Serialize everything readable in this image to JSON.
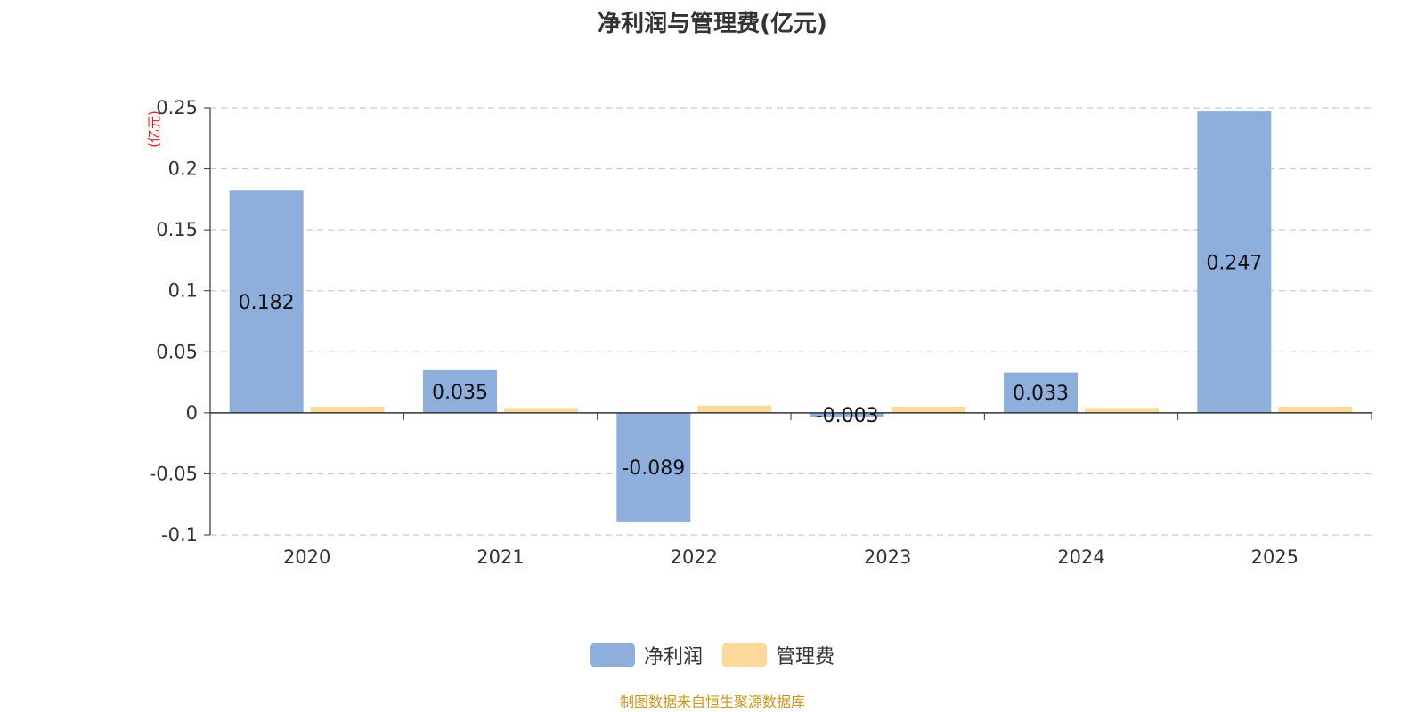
{
  "chart_data": {
    "type": "bar",
    "title": "净利润与管理费(亿元)",
    "ylabel": "(亿元)",
    "categories": [
      "2020",
      "2021",
      "2022",
      "2023",
      "2024",
      "2025"
    ],
    "series": [
      {
        "name": "净利润",
        "values": [
          0.182,
          0.035,
          -0.089,
          -0.003,
          0.033,
          0.247
        ],
        "labels": [
          "0.182",
          "0.035",
          "-0.089",
          "-0.003",
          "0.033",
          "0.247"
        ],
        "color": "#8eaedb"
      },
      {
        "name": "管理费",
        "values": [
          0.005,
          0.004,
          0.006,
          0.005,
          0.004,
          0.005
        ],
        "color": "#fcd899"
      }
    ],
    "ylim": [
      -0.1,
      0.25
    ],
    "yticks": [
      -0.1,
      -0.05,
      0,
      0.05,
      0.1,
      0.15,
      0.2,
      0.25
    ],
    "ytick_labels": [
      "-0.1",
      "-0.05",
      "0",
      "0.05",
      "0.1",
      "0.15",
      "0.2",
      "0.25"
    ],
    "grid": true,
    "legend_position": "bottom"
  },
  "source_note": "制图数据来自恒生聚源数据库"
}
